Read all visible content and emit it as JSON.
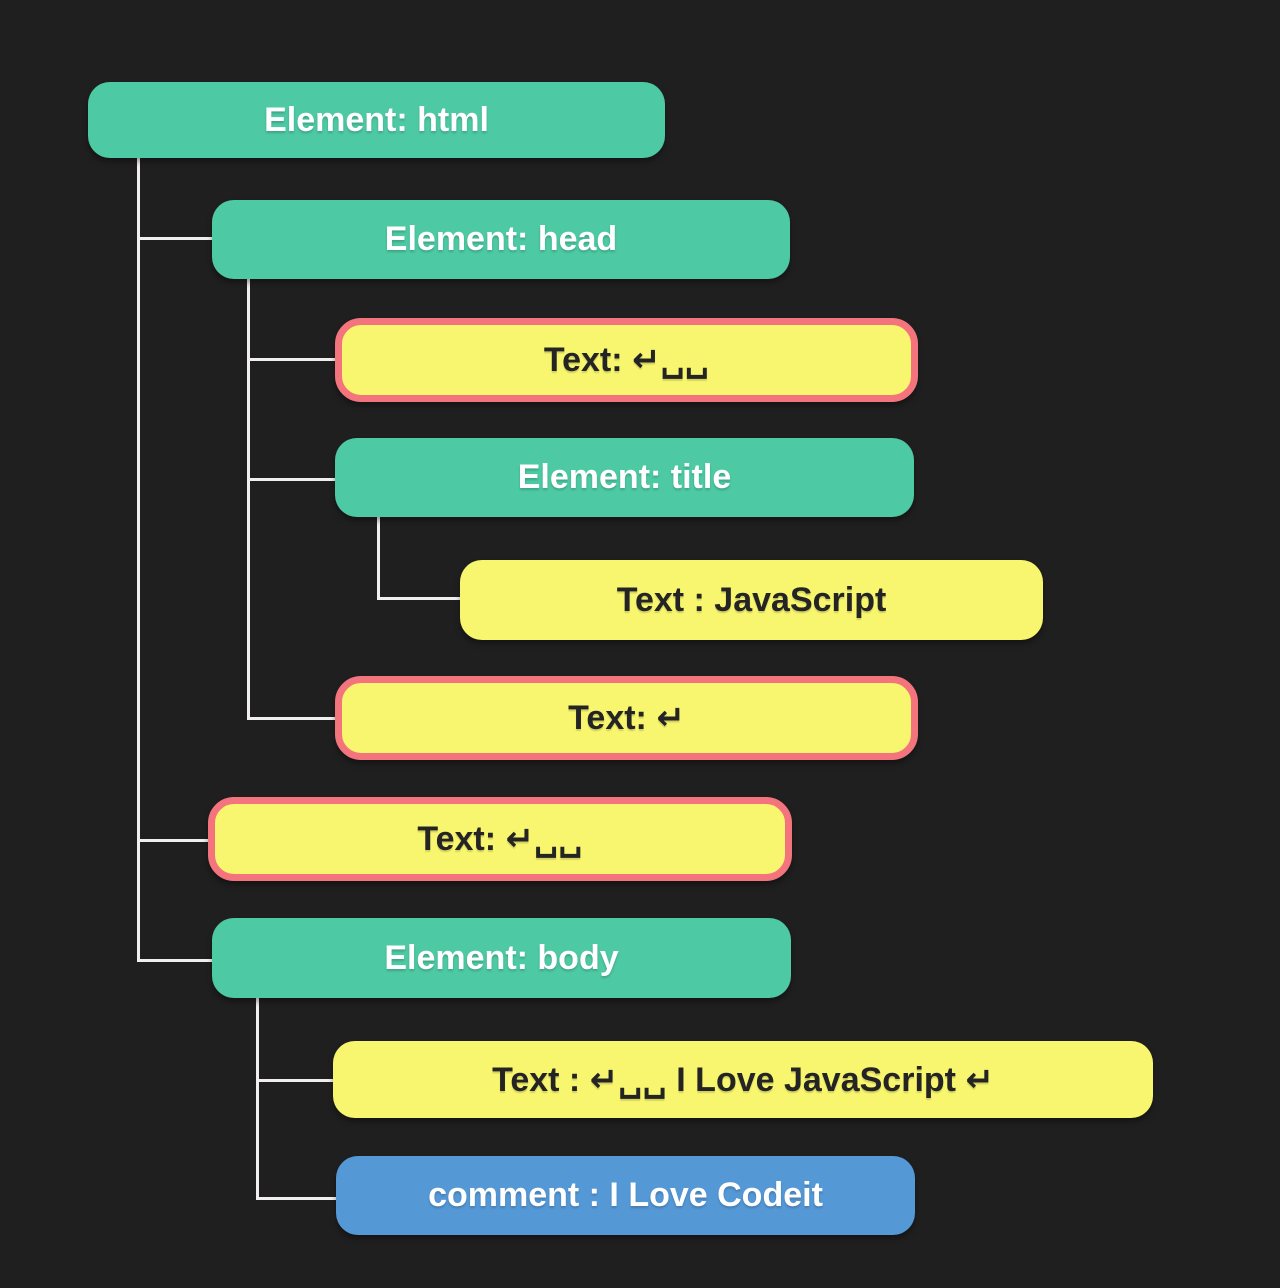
{
  "diagram": {
    "title": "DOM tree of an HTML document",
    "background_color": "#201F1F",
    "connector_color": "#F1EFEE",
    "legend_colors": {
      "element_node": "#4DC9A4",
      "text_node": "#F8F66E",
      "whitespace_text_border": "#F4747E",
      "comment_node": "#5598D6"
    }
  },
  "nodes": [
    {
      "kind": "element",
      "label": "Element: html"
    },
    {
      "kind": "element",
      "label": "Element: head"
    },
    {
      "kind": "text-whitespace",
      "label": "Text: ↵␣␣"
    },
    {
      "kind": "element",
      "label": "Element: title"
    },
    {
      "kind": "text",
      "label": "Text : JavaScript"
    },
    {
      "kind": "text-whitespace",
      "label": "Text: ↵"
    },
    {
      "kind": "text-whitespace",
      "label": "Text: ↵␣␣"
    },
    {
      "kind": "element",
      "label": "Element: body"
    },
    {
      "kind": "text",
      "label": "Text : ↵␣␣ I Love JavaScript ↵"
    },
    {
      "kind": "comment",
      "label": "comment : I Love Codeit"
    }
  ]
}
